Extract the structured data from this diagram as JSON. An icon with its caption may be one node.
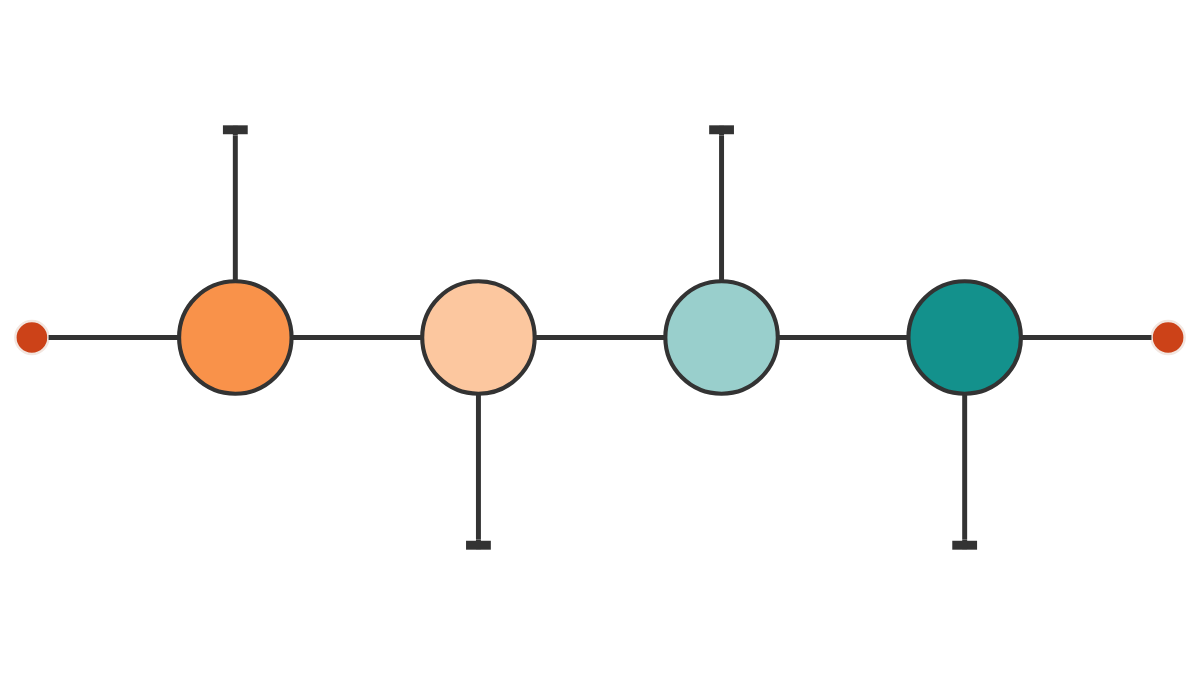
{
  "diagram": {
    "nodes": [
      {
        "text": [],
        "shape": "circle"
      },
      {
        "text": [],
        "shape": "circle"
      },
      {
        "text": [],
        "shape": "circle"
      },
      {
        "text": [],
        "shape": "circle"
      },
      {
        "text": [],
        "shape": "circle"
      },
      {
        "text": [],
        "shape": "circle"
      }
    ],
    "edges": [
      {
        "from": 0,
        "to": 1,
        "arrow": "none"
      },
      {
        "from": 1,
        "to": 2,
        "arrow": "none"
      },
      {
        "from": 2,
        "to": 3,
        "arrow": "none"
      },
      {
        "from": 3,
        "to": 4,
        "arrow": "none"
      },
      {
        "from": 4,
        "to": 5,
        "arrow": "none"
      },
      {
        "from": 1,
        "to": null,
        "arrow": "other"
      },
      {
        "from": 2,
        "to": null,
        "arrow": "other"
      },
      {
        "from": 3,
        "to": null,
        "arrow": "other"
      },
      {
        "from": 4,
        "to": null,
        "arrow": "other"
      }
    ]
  }
}
